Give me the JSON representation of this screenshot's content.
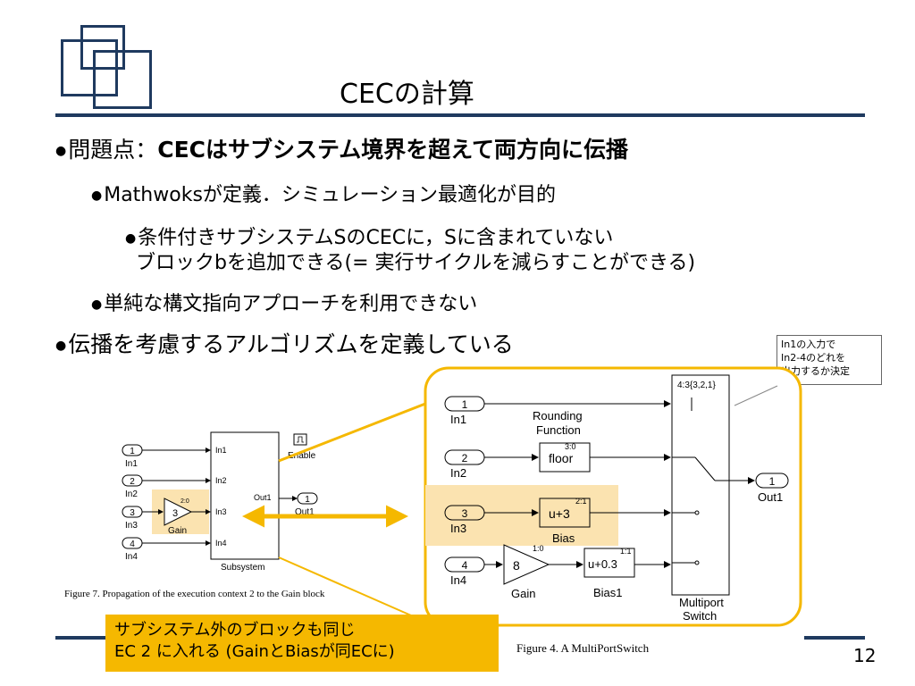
{
  "slide": {
    "title": "CECの計算",
    "page_number": "12"
  },
  "bullets": {
    "b1_prefix": "問題点：",
    "b1_bold": "CECはサブシステム境界を超えて両方向に伝播",
    "b1_1": "Mathwoksが定義．シミュレーション最適化が目的",
    "b1_1_1_line1": "条件付きサブシステムSのCECに，Sに含まれていない",
    "b1_1_1_line2": "ブロックbを追加できる(= 実行サイクルを減らすことができる)",
    "b1_2": "単純な構文指向アプローチを利用できない",
    "b2": "伝播を考慮するアルゴリズムを定義している"
  },
  "callout": {
    "line1": "In1の入力で",
    "line2": "In2-4のどれを",
    "line3": "出力するか決定"
  },
  "note": {
    "line1": "サブシステム外のブロックも同じ",
    "line2": "EC 2 に入れる (GainとBiasが同ECに)"
  },
  "left_figure": {
    "inports": [
      {
        "num": "1",
        "label": "In1"
      },
      {
        "num": "2",
        "label": "In2"
      },
      {
        "num": "3",
        "label": "In3"
      },
      {
        "num": "4",
        "label": "In4"
      }
    ],
    "gain": {
      "value": "3",
      "label": "Gain",
      "ec": "2:0"
    },
    "subsystem": {
      "label": "Subsystem",
      "ports_in": [
        "In1",
        "In2",
        "In3",
        "In4"
      ],
      "port_out": "Out1"
    },
    "enable_label": "Enable",
    "outport": {
      "num": "1",
      "label": "Out1"
    },
    "caption": "Figure 7.   Propagation of the execution context 2 to the Gain block"
  },
  "right_figure": {
    "inports": [
      {
        "num": "1",
        "label": "In1"
      },
      {
        "num": "2",
        "label": "In2"
      },
      {
        "num": "3",
        "label": "In3"
      },
      {
        "num": "4",
        "label": "In4"
      }
    ],
    "rounding_label_1": "Rounding",
    "rounding_label_2": "Function",
    "floor": {
      "text": "floor",
      "ec": "3:0"
    },
    "bias": {
      "text": "u+3",
      "ec": "2:1",
      "label": "Bias"
    },
    "gain": {
      "value": "8",
      "ec": "1:0",
      "label": "Gain"
    },
    "bias1": {
      "text": "u+0.3",
      "ec": "1:1",
      "label": "Bias1"
    },
    "switch": {
      "header": "4:3{3,2,1}",
      "label1": "Multiport",
      "label2": "Switch"
    },
    "outport": {
      "num": "1",
      "label": "Out1"
    },
    "caption": "Figure 4.    A MultiPortSwitch"
  },
  "colors": {
    "accent_navy": "#1f3a5f",
    "highlight_orange": "#f5b800",
    "highlight_fill": "#fbe3b0"
  }
}
